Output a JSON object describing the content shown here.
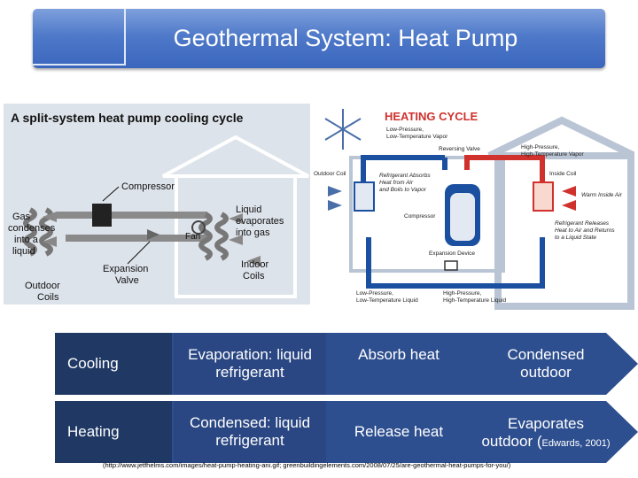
{
  "title": "Geothermal System: Heat Pump",
  "left_diagram": {
    "heading": "A split-system heat pump cooling cycle",
    "labels": {
      "compressor": "Compressor",
      "gas": "Gas",
      "condenses": "condenses",
      "into_a": "into a",
      "liquid": "liquid",
      "fan": "Fan",
      "liquid_evap": "Liquid",
      "evaporates": "evaporates",
      "into_gas": "into gas",
      "expansion": "Expansion",
      "valve": "Valve",
      "indoor": "Indoor",
      "coils": "Coils",
      "outdoor": "Outdoor",
      "outdoor_coils": "Coils"
    }
  },
  "right_diagram": {
    "heading": "HEATING CYCLE",
    "labels": {
      "low_pressure": "Low-Pressure,",
      "low_temp_vapor": "Low-Temperature Vapor",
      "reversing_valve": "Reversing Valve",
      "high_pressure": "High-Pressure,",
      "high_temp_vapor": "High-Temperature Vapor",
      "outdoor_coil": "Outdoor Coil",
      "inside_coil": "Inside Coil",
      "refrig_absorbs_1": "Refrigerant Absorbs",
      "refrig_absorbs_2": "Heat from Air",
      "refrig_absorbs_3": "and Boils to Vapor",
      "warm_inside_air": "Warm Inside Air",
      "compressor": "Compressor",
      "refrig_releases_1": "Refrigerant Releases",
      "refrig_releases_2": "Heat to Air and Returns",
      "refrig_releases_3": "to a Liquid State",
      "expansion_device": "Expansion Device",
      "low_pressure_b": "Low-Pressure,",
      "low_temp_liquid": "Low-Temperature Liquid",
      "high_pressure_b": "High-Pressure,",
      "high_temp_liquid": "High-Temperature Liquid"
    }
  },
  "rows": [
    {
      "label": "Cooling",
      "process": "Evaporation: liquid refrigerant",
      "heat": "Absorb heat",
      "outcome": "Condensed outdoor",
      "note": ""
    },
    {
      "label": "Heating",
      "process": "Condensed: liquid refrigerant",
      "heat": "Release heat",
      "outcome": "Evaporates outdoor (",
      "note": "Edwards, 2001)"
    }
  ],
  "colors": {
    "banner": "#4f79c9",
    "row_cell_dark": "#1f3864",
    "row_cell_mid": "#2e4f8f",
    "row_cell_light": "#3c5fa3",
    "heating_red": "#d0312d",
    "pipe_blue": "#1b4fa0"
  },
  "citation": "(http://www.jetfhelms.com/images/heat-pump-heating-ani.gif; greenbuildingelements.com/2008/07/25/are-geothermal-heat-pumps-for-you/)"
}
